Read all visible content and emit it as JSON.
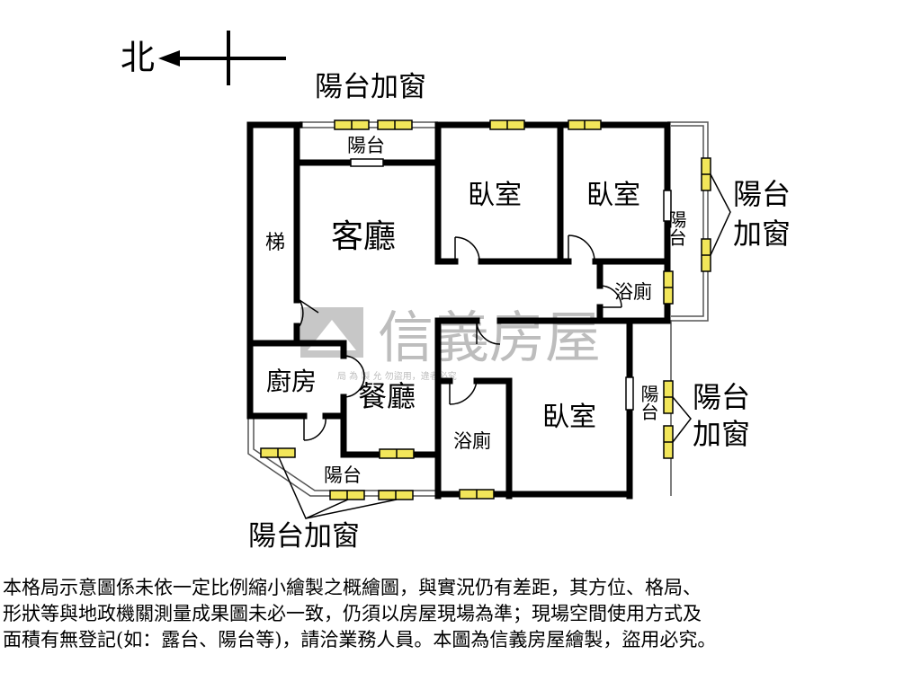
{
  "compass": {
    "north_label": "北"
  },
  "rooms": {
    "living_room": "客廳",
    "dining_room": "餐廳",
    "kitchen": "廚房",
    "stairs": "梯",
    "bedroom_1": "臥室",
    "bedroom_2": "臥室",
    "bedroom_3": "臥室",
    "bathroom_1": "浴廁",
    "bathroom_2": "浴廁",
    "balcony_top": "陽台",
    "balcony_right": "陽台",
    "balcony_mid_right": "陽台",
    "balcony_bottom": "陽台"
  },
  "annotations": {
    "window_top": "陽台加窗",
    "window_right_upper": "陽台加窗",
    "window_right_lower": "陽台加窗",
    "window_bottom": "陽台加窗"
  },
  "watermark": {
    "brand": "信義房屋",
    "notice": "局 為 製 允 勿盜用，違者必究"
  },
  "disclaimer": {
    "line1": "本格局示意圖係未依一定比例縮小繪製之概繪圖，與實況仍有差距，其方位、格局、",
    "line2": "形狀等與地政機關測量成果圖未必一致，仍須以房屋現場為準；現場空間使用方式及",
    "line3": "面積有無登記(如：露台、陽台等)，請洽業務人員。本圖為信義房屋繪製，盜用必究。"
  },
  "colors": {
    "wall": "#000000",
    "window": "#f2e65a",
    "watermark": "#bdbdbd"
  }
}
